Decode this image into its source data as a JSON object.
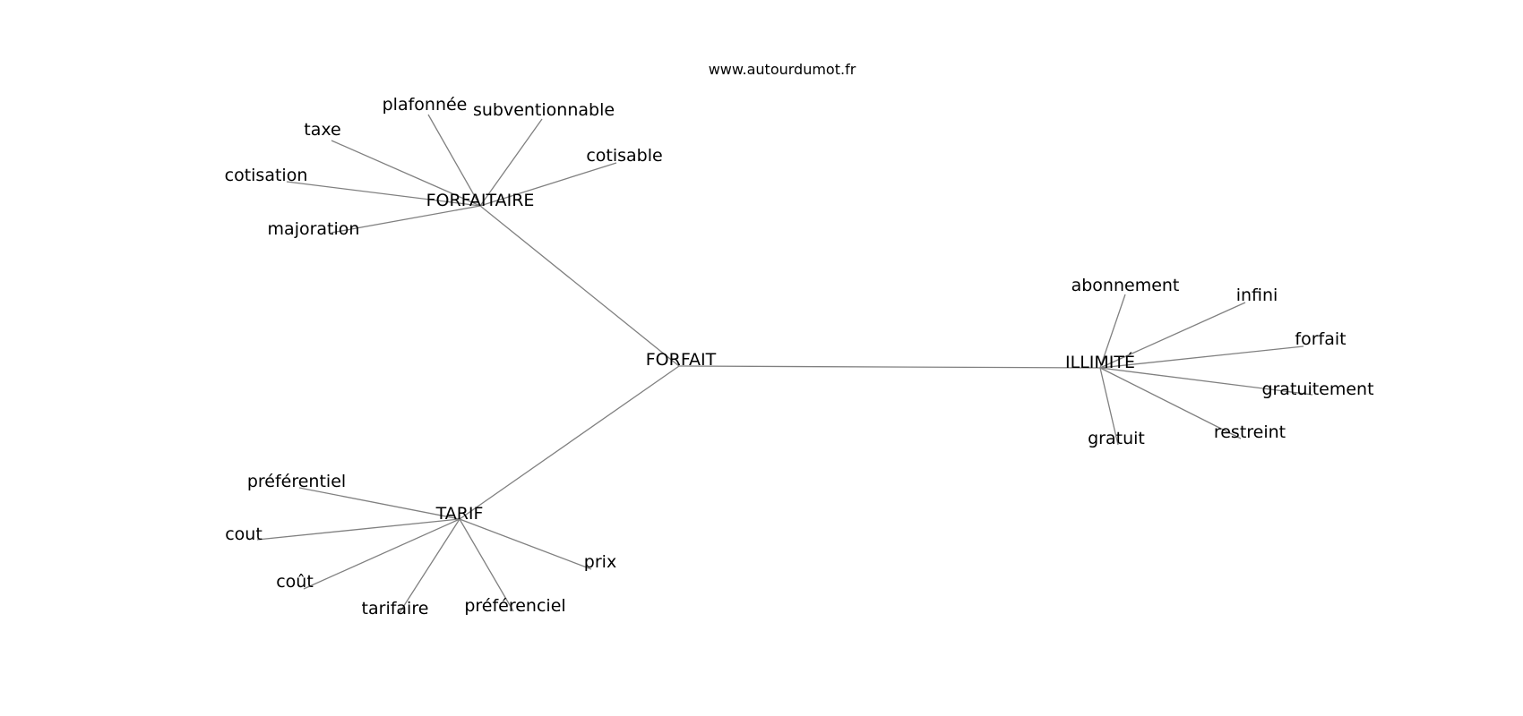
{
  "source_label": "www.autourdumot.fr",
  "center_word": "FORFAIT",
  "clusters": [
    {
      "hub": "FORFAITAIRE",
      "leaves": [
        "plafonnée",
        "subventionnable",
        "taxe",
        "cotisable",
        "cotisation",
        "majoration"
      ]
    },
    {
      "hub": "ILLIMITÉ",
      "leaves": [
        "abonnement",
        "infini",
        "forfait",
        "gratuitement",
        "restreint",
        "gratuit"
      ]
    },
    {
      "hub": "TARIF",
      "leaves": [
        "préférentiel",
        "cout",
        "coût",
        "tarifaire",
        "préférenciel",
        "prix"
      ]
    }
  ],
  "colors": {
    "edge": "#808080",
    "text": "#000000",
    "background": "#ffffff"
  }
}
